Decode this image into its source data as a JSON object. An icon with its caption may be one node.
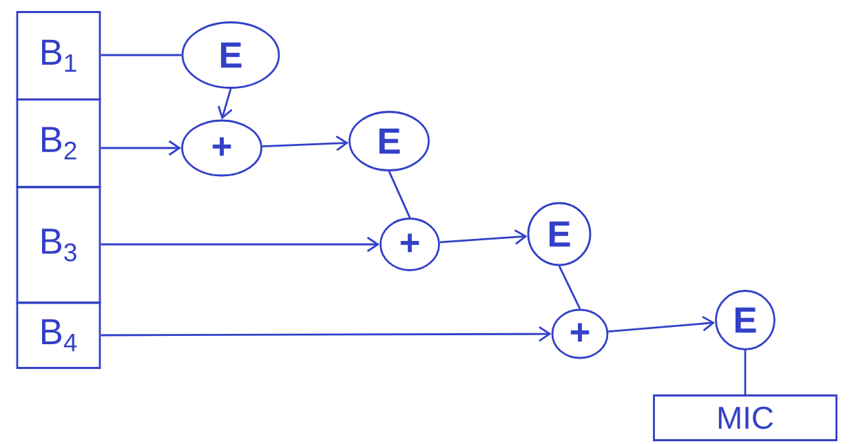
{
  "diagram": {
    "nodes": [
      {
        "text": [
          "B$_{1}$"
        ]
      },
      {
        "text": [
          "B$_{2}$"
        ]
      },
      {
        "text": [
          "B$_{3}$"
        ]
      },
      {
        "text": [
          "B$_{4}$"
        ]
      },
      {
        "text": [
          "E"
        ]
      },
      {
        "text": [
          "+"
        ]
      },
      {
        "text": [
          "E"
        ]
      },
      {
        "text": [
          "+"
        ]
      },
      {
        "text": [
          "E"
        ]
      },
      {
        "text": [
          "+"
        ]
      },
      {
        "text": [
          "E"
        ]
      },
      {
        "text": [
          "MIC"
        ]
      }
    ],
    "edges": [
      {
        "from": 0,
        "to": 4,
        "arrow": "none"
      },
      {
        "from": 4,
        "to": 5,
        "arrow": "to"
      },
      {
        "from": 1,
        "to": 5,
        "arrow": "to"
      },
      {
        "from": 5,
        "to": 6,
        "arrow": "to"
      },
      {
        "from": 6,
        "to": 7,
        "arrow": "none"
      },
      {
        "from": 2,
        "to": 7,
        "arrow": "to"
      },
      {
        "from": 7,
        "to": 8,
        "arrow": "to"
      },
      {
        "from": 8,
        "to": 9,
        "arrow": "none"
      },
      {
        "from": 3,
        "to": 9,
        "arrow": "to"
      },
      {
        "from": 9,
        "to": 10,
        "arrow": "to"
      },
      {
        "from": 10,
        "to": 11,
        "arrow": "none"
      }
    ]
  }
}
